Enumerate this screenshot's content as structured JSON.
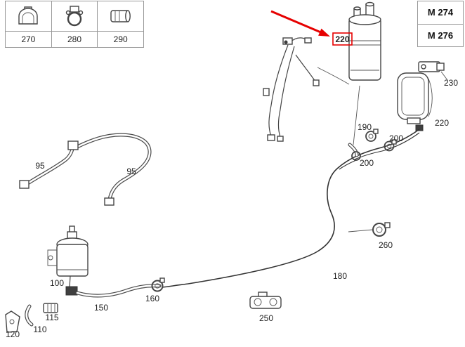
{
  "legend": {
    "items": [
      {
        "num": "270",
        "icon": "hose-clamp-icon"
      },
      {
        "num": "280",
        "icon": "screw-clamp-icon"
      },
      {
        "num": "290",
        "icon": "hose-sleeve-icon"
      }
    ]
  },
  "engine_variants": [
    {
      "code": "M 274"
    },
    {
      "code": "M 276"
    }
  ],
  "highlight": {
    "part": "220",
    "color": "#e60000"
  },
  "callouts": [
    {
      "num": "220",
      "highlighted": true
    },
    {
      "num": "230"
    },
    {
      "num": "220"
    },
    {
      "num": "190"
    },
    {
      "num": "200"
    },
    {
      "num": "200"
    },
    {
      "num": "95"
    },
    {
      "num": "95"
    },
    {
      "num": "260"
    },
    {
      "num": "180"
    },
    {
      "num": "100"
    },
    {
      "num": "160"
    },
    {
      "num": "150"
    },
    {
      "num": "250"
    },
    {
      "num": "115"
    },
    {
      "num": "110"
    },
    {
      "num": "120"
    }
  ]
}
